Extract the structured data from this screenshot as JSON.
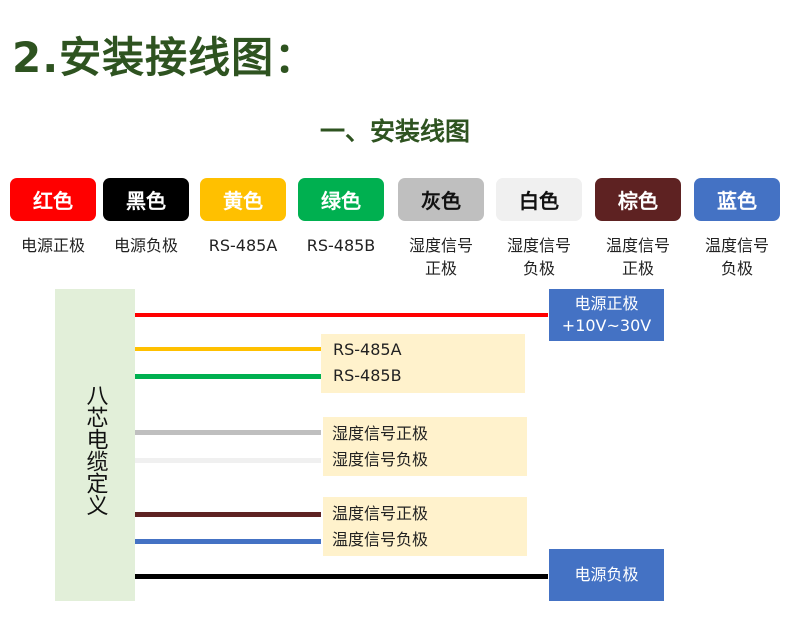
{
  "title": "2.安装接线图：",
  "subtitle": "一、安装线图",
  "chips": [
    {
      "name": "红色",
      "label": [
        "电源正极"
      ],
      "bg": "#ff0000",
      "fg": "#ffffff"
    },
    {
      "name": "黑色",
      "label": [
        "电源负极"
      ],
      "bg": "#000000",
      "fg": "#ffffff"
    },
    {
      "name": "黄色",
      "label": [
        "RS-485A"
      ],
      "bg": "#ffc000",
      "fg": "#ffffff"
    },
    {
      "name": "绿色",
      "label": [
        "RS-485B"
      ],
      "bg": "#00b050",
      "fg": "#ffffff"
    },
    {
      "name": "灰色",
      "label": [
        "湿度信号",
        "正极"
      ],
      "bg": "#bfbfbf",
      "fg": "#111111"
    },
    {
      "name": "白色",
      "label": [
        "湿度信号",
        "负极"
      ],
      "bg": "#f0f0f0",
      "fg": "#111111"
    },
    {
      "name": "棕色",
      "label": [
        "温度信号",
        "正极"
      ],
      "bg": "#5e2222",
      "fg": "#ffffff"
    },
    {
      "name": "蓝色",
      "label": [
        "温度信号",
        "负极"
      ],
      "bg": "#4472c4",
      "fg": "#ffffff"
    }
  ],
  "cable_label": "八芯电缆定义",
  "groups": {
    "rs485": [
      "RS-485A",
      "RS-485B"
    ],
    "humidity": [
      "湿度信号正极",
      "湿度信号负极"
    ],
    "temperature": [
      "温度信号正极",
      "温度信号负极"
    ]
  },
  "power_pos": {
    "line1": "电源正极",
    "line2": "+10V~30V"
  },
  "power_neg": "电源负极"
}
